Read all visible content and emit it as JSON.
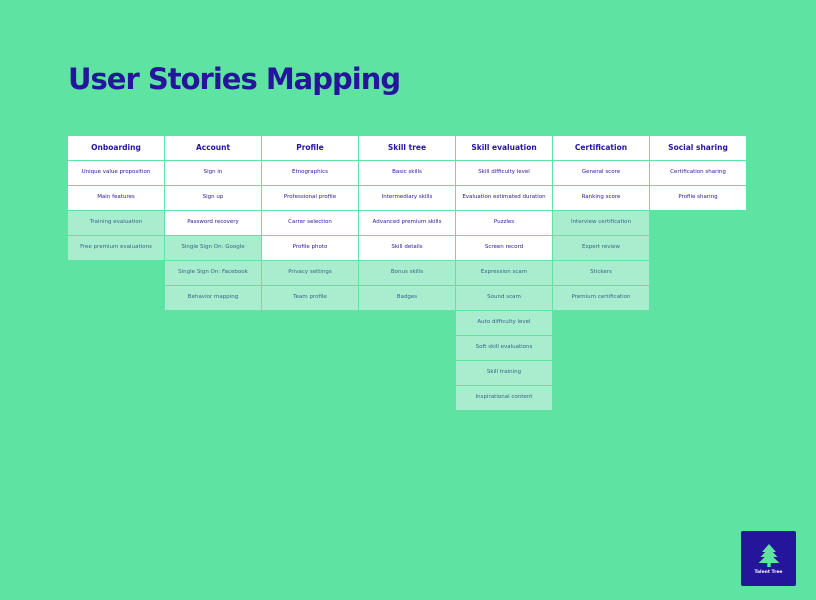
{
  "title": "User Stories Mapping",
  "colors": {
    "background": "#5ee3a2",
    "title": "#24159a",
    "card_primary": "#ffffff",
    "card_secondary": "#a8eece",
    "logo_background": "#24159a"
  },
  "columns": [
    {
      "name": "Onboarding",
      "primary": [
        "Unique value proposition",
        "Main features"
      ],
      "secondary": [
        "Training evaluation",
        "Free premium evaluations"
      ]
    },
    {
      "name": "Account",
      "primary": [
        "Sign in",
        "Sign up",
        "Password recovery"
      ],
      "secondary": [
        "Single Sign On: Google",
        "Single Sign On: Facebook",
        "Behavior mapping"
      ]
    },
    {
      "name": "Profile",
      "primary": [
        "Etnographics",
        "Professional profile",
        "Carrer selection",
        "Profile photo"
      ],
      "secondary": [
        "Privacy settings",
        "Team profile"
      ]
    },
    {
      "name": "Skill tree",
      "primary": [
        "Basic skills",
        "Intermediary skills",
        "Advanced premium skills",
        "Skill details"
      ],
      "secondary": [
        "Bonus skills",
        "Badges"
      ]
    },
    {
      "name": "Skill evaluation",
      "primary": [
        "Skill difficulty level",
        "Evaluation estimated duration",
        "Puzzles",
        "Screen record"
      ],
      "secondary": [
        "Expression scam",
        "Sound scam",
        "Auto difficulty level",
        "Soft skill evaluations",
        "Skill training",
        "Inspirational content"
      ]
    },
    {
      "name": "Certification",
      "primary": [
        "General score",
        "Ranking score"
      ],
      "secondary": [
        "Interview certification",
        "Expert review",
        "Stickers",
        "Premium certification"
      ]
    },
    {
      "name": "Social sharing",
      "primary": [
        "Certification sharing",
        "Profile sharing"
      ],
      "secondary": []
    }
  ],
  "logo": {
    "icon": "pine-tree-icon",
    "text": "Talent Tree"
  }
}
